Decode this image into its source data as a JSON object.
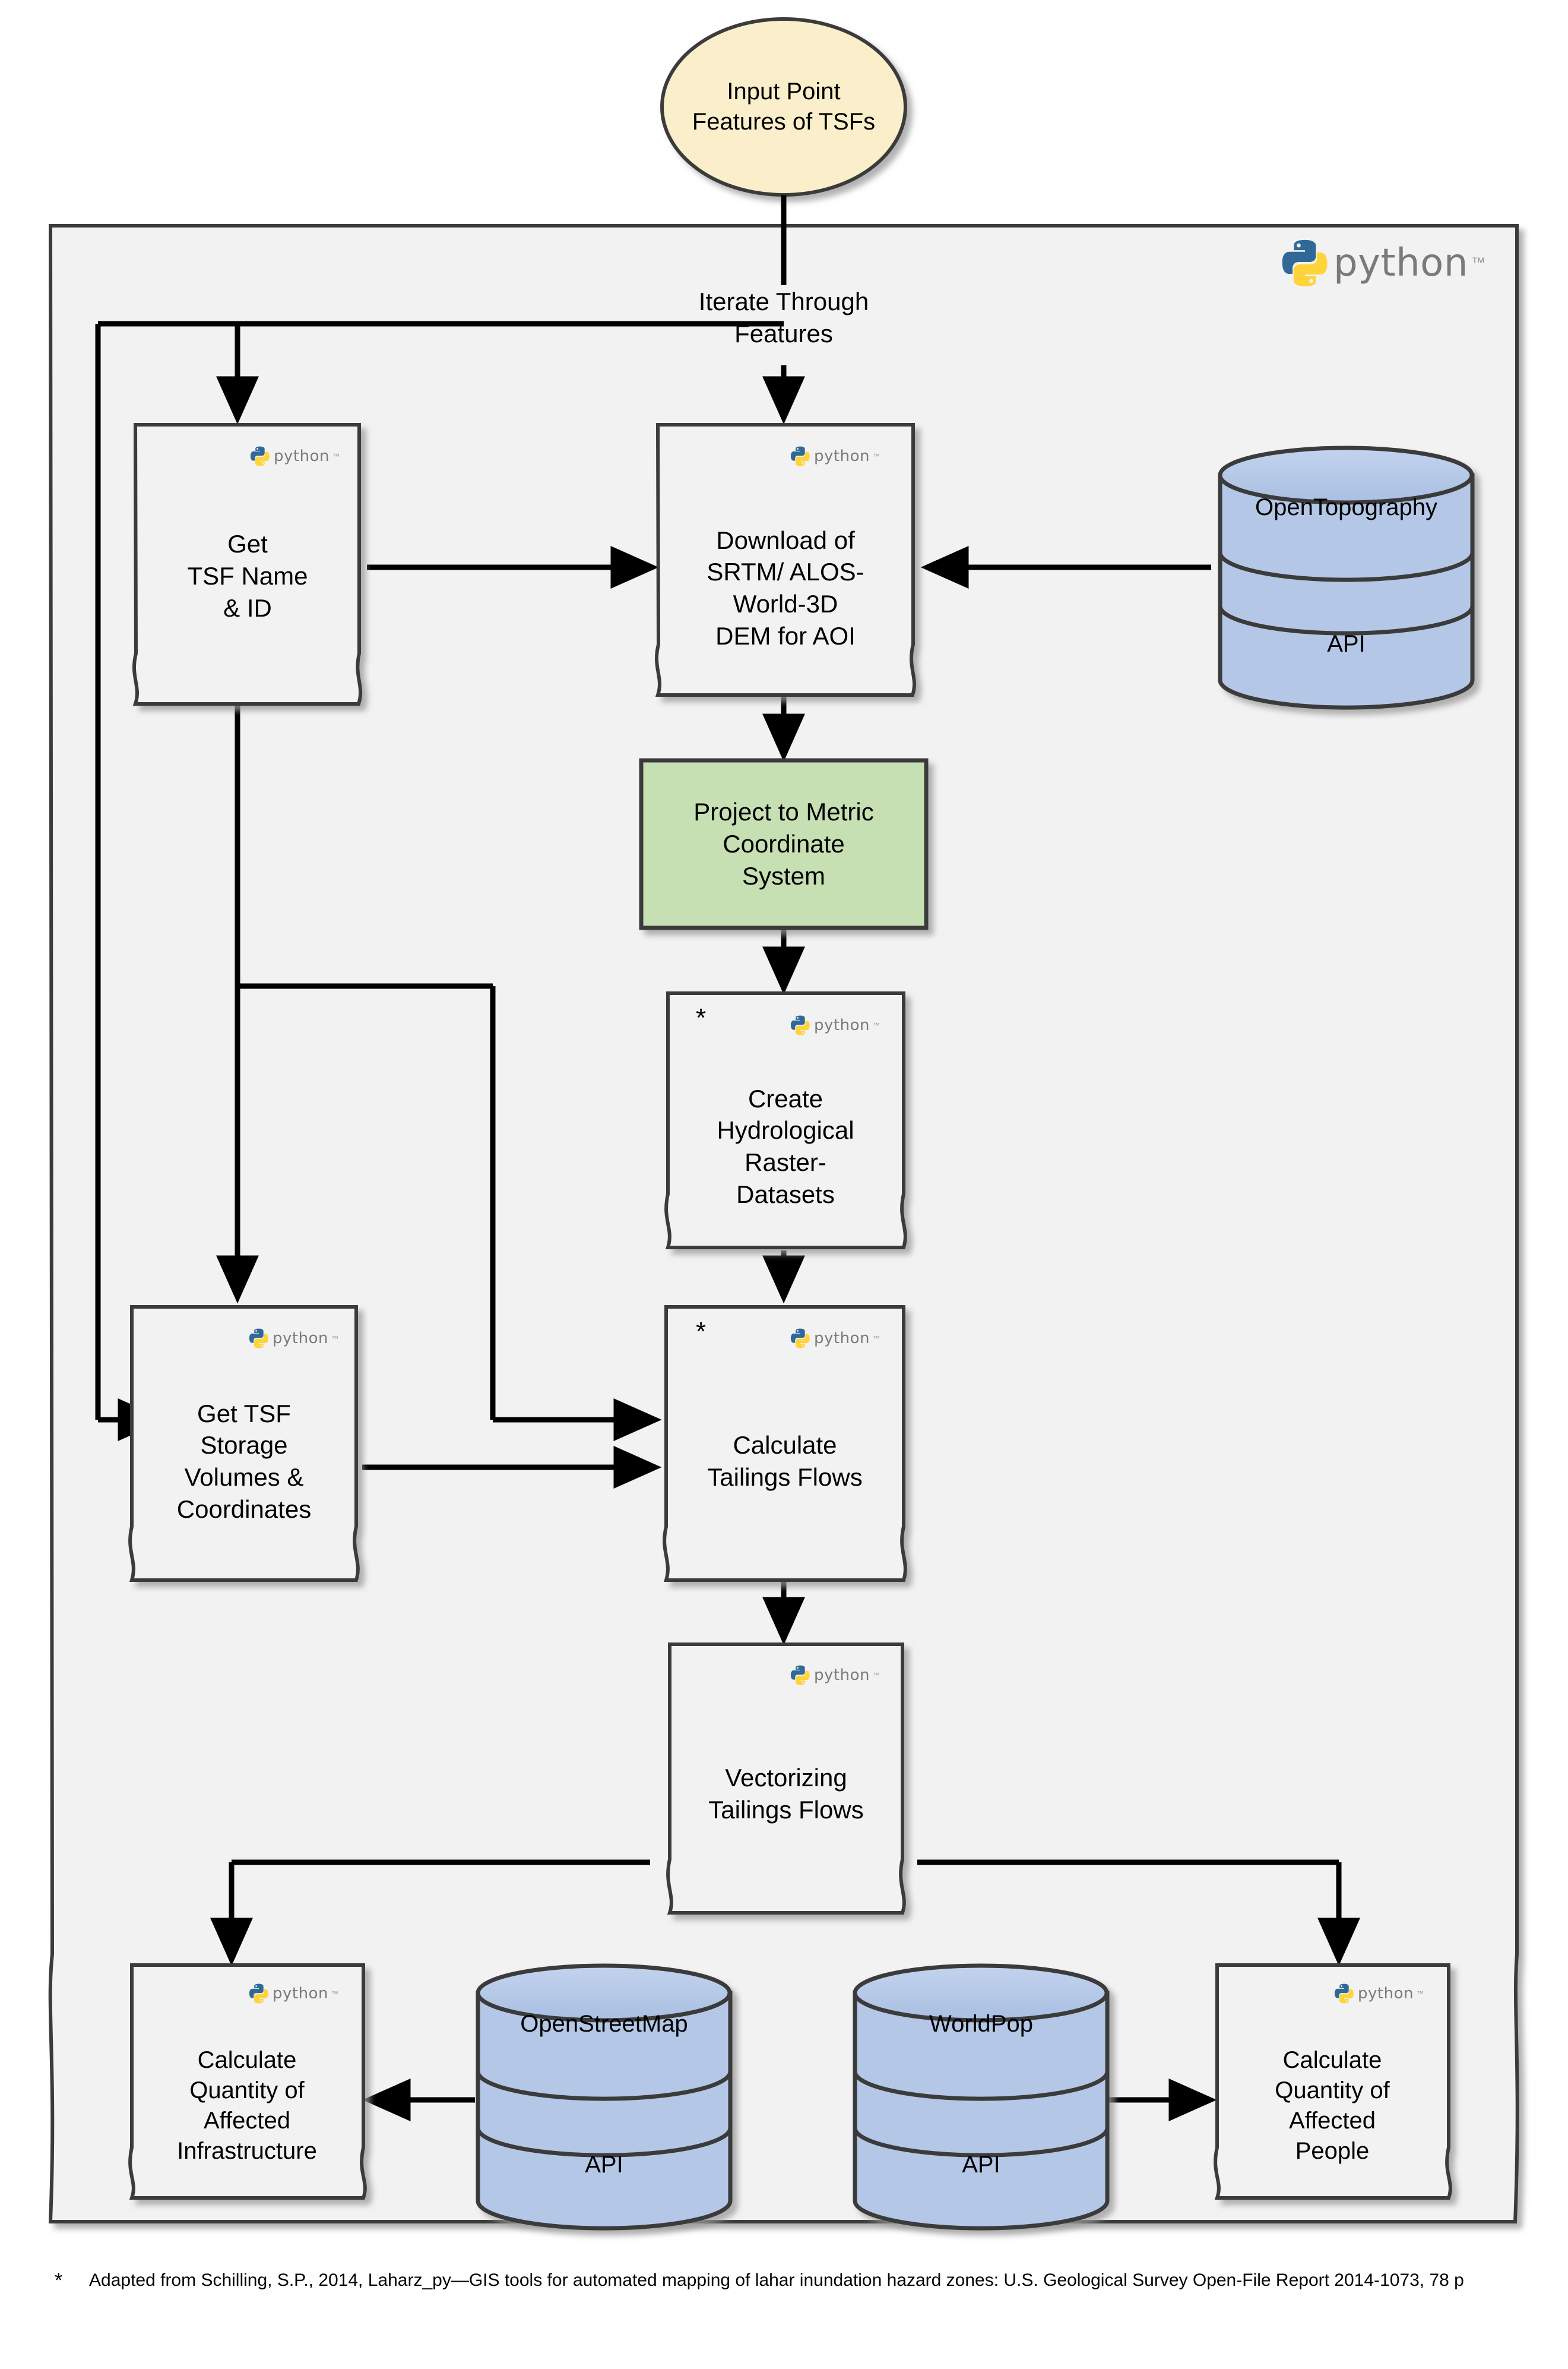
{
  "diagram": {
    "title_node": {
      "label": "Input Point\nFeatures of TSFs",
      "shape": "ellipse",
      "fill": "#FBEFCB"
    },
    "container": {
      "brand": "python",
      "brand_tm": "™",
      "fill": "#F2F2F2"
    },
    "edge_labels": {
      "iterate": "Iterate Through\nFeatures"
    },
    "nodes": [
      {
        "id": "get_tsf_name",
        "label": "Get\nTSF Name\n& ID",
        "shape": "document",
        "python": true,
        "asterisk": false
      },
      {
        "id": "download_dem",
        "label": "Download of\nSRTM/ ALOS-\nWorld-3D\nDEM for AOI",
        "shape": "document",
        "python": true,
        "asterisk": false
      },
      {
        "id": "project_metric",
        "label": "Project to Metric\nCoordinate\nSystem",
        "shape": "process",
        "python": false,
        "asterisk": false,
        "fill": "#C6E0B4"
      },
      {
        "id": "create_hydro",
        "label": "Create\nHydrological\nRaster-\nDatasets",
        "shape": "document",
        "python": true,
        "asterisk": true
      },
      {
        "id": "get_tsf_storage",
        "label": "Get TSF\nStorage\nVolumes &\nCoordinates",
        "shape": "document",
        "python": true,
        "asterisk": false
      },
      {
        "id": "calc_tailings",
        "label": "Calculate\nTailings Flows",
        "shape": "document",
        "python": true,
        "asterisk": true
      },
      {
        "id": "vectorizing",
        "label": "Vectorizing\nTailings Flows",
        "shape": "document",
        "python": true,
        "asterisk": false
      },
      {
        "id": "calc_infra",
        "label": "Calculate\nQuantity of\nAffected\nInfrastructure",
        "shape": "document",
        "python": true,
        "asterisk": false
      },
      {
        "id": "calc_people",
        "label": "Calculate\nQuantity of\nAffected\nPeople",
        "shape": "document",
        "python": true,
        "asterisk": false
      }
    ],
    "databases": [
      {
        "id": "opentopography",
        "label": "OpenTopography",
        "sub_label": "API",
        "fill": "#B4C7E7"
      },
      {
        "id": "openstreetmap",
        "label": "OpenStreetMap",
        "sub_label": "API",
        "fill": "#B4C7E7"
      },
      {
        "id": "worldpop",
        "label": "WorldPop",
        "sub_label": "API",
        "fill": "#B4C7E7"
      }
    ],
    "footnote": {
      "marker": "*",
      "text": "Adapted from Schilling, S.P., 2014, Laharz_py—GIS tools for automated mapping of lahar inundation hazard zones: U.S. Geological Survey Open-File Report 2014-1073, 78 p"
    },
    "colors": {
      "ellipse_fill": "#FBEFCB",
      "node_fill": "#F2F2F2",
      "process_fill": "#C6E0B4",
      "db_fill": "#B4C7E7",
      "stroke": "#3B3B3B",
      "arrow": "#000000",
      "python_blue": "#306998",
      "python_yellow": "#FFD43B"
    }
  }
}
